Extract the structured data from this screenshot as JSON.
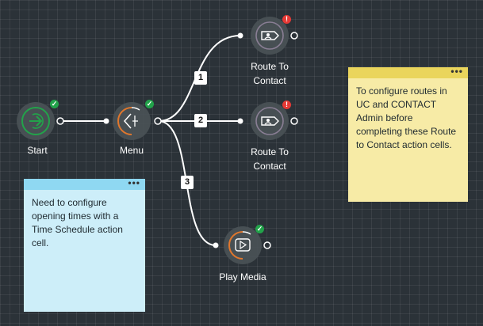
{
  "nodes": {
    "start": {
      "label": "Start",
      "status": "ok"
    },
    "menu": {
      "label": "Menu",
      "status": "ok"
    },
    "route1": {
      "label": "Route To\nContact",
      "status": "error"
    },
    "route2": {
      "label": "Route To\nContact",
      "status": "error"
    },
    "play": {
      "label": "Play Media",
      "status": "ok"
    }
  },
  "edges": {
    "e1": "1",
    "e2": "2",
    "e3": "3"
  },
  "notes": {
    "left": {
      "text": "Need to configure opening times with a Time Schedule action cell.",
      "menu": "•••"
    },
    "right": {
      "text": "To configure routes in UC and CONTACT Admin before completing these Route to Contact action cells.",
      "menu": "•••"
    }
  },
  "colors": {
    "accent_orange": "#e0772d",
    "ok_green": "#22a34a",
    "error_red": "#e53935",
    "node_gray": "#4a5257"
  }
}
